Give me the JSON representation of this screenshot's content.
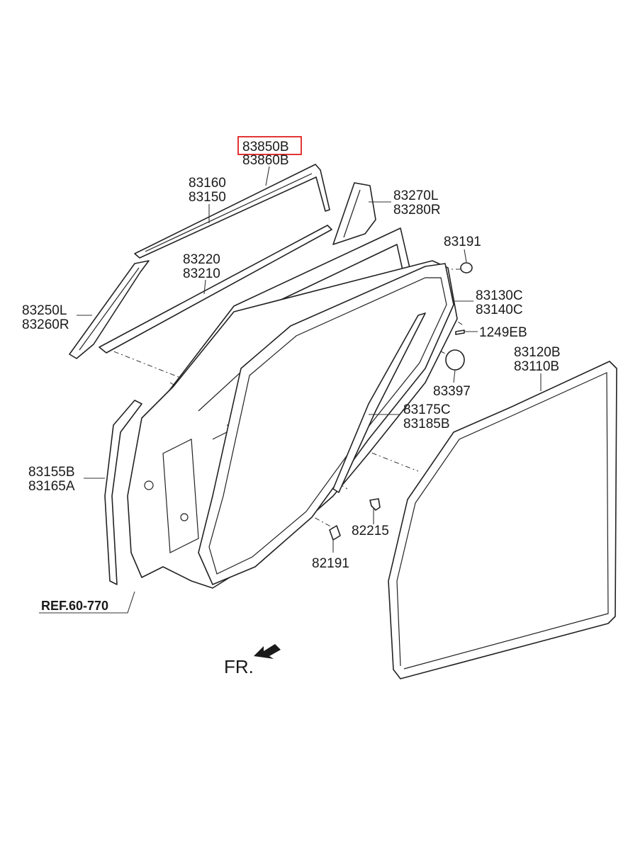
{
  "highlight_color": "#e02020",
  "labels": {
    "p83850B": "83850B",
    "p83860B": "83860B",
    "p83160": "83160",
    "p83150": "83150",
    "p83270L": "83270L",
    "p83280R": "83280R",
    "p83191": "83191",
    "p83220": "83220",
    "p83210": "83210",
    "p83130C": "83130C",
    "p83140C": "83140C",
    "p83250L": "83250L",
    "p83260R": "83260R",
    "p1249EB": "1249EB",
    "p83120B": "83120B",
    "p83110B": "83110B",
    "p83397": "83397",
    "p83175C": "83175C",
    "p83185B": "83185B",
    "p83155B": "83155B",
    "p83165A": "83165A",
    "p82215": "82215",
    "p82191": "82191",
    "ref": "REF.60-770",
    "fr": "FR."
  },
  "icons": [
    "front-direction-arrow-icon"
  ]
}
